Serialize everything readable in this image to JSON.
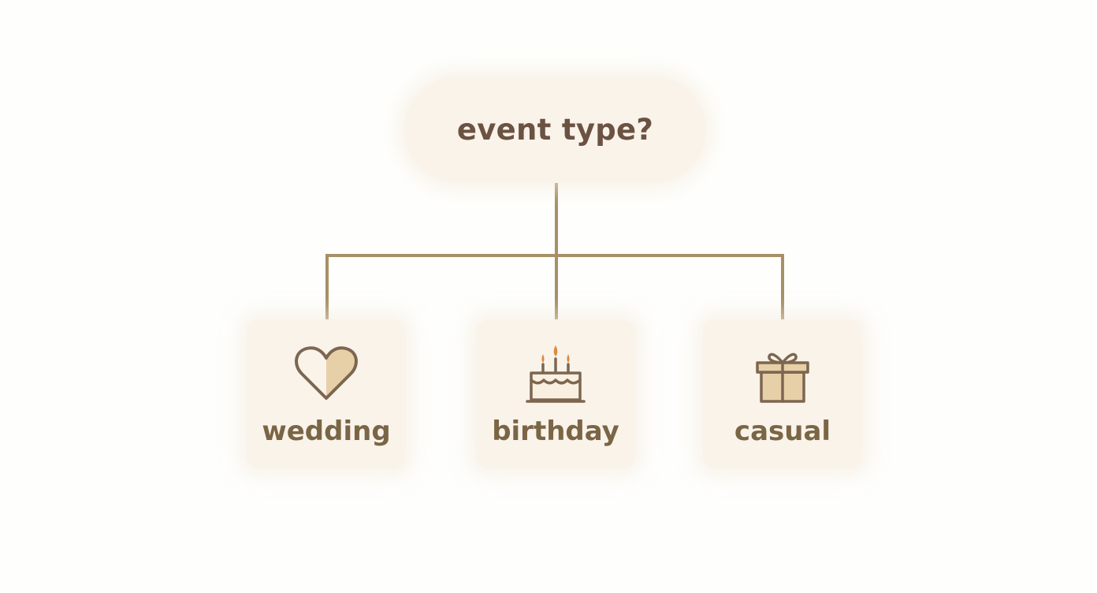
{
  "root": {
    "label": "event type?"
  },
  "options": [
    {
      "label": "wedding",
      "icon": "heart-icon"
    },
    {
      "label": "birthday",
      "icon": "birthday-cake-icon"
    },
    {
      "label": "casual",
      "icon": "gift-box-icon"
    }
  ],
  "colors": {
    "connector": "#a89066",
    "node_fill": "#f9f3ea",
    "root_text": "#6b5242",
    "leaf_text": "#7a6545",
    "icon_stroke": "#7d6650",
    "icon_fill": "#e7cfa8",
    "flame": "#dc8a3c"
  }
}
